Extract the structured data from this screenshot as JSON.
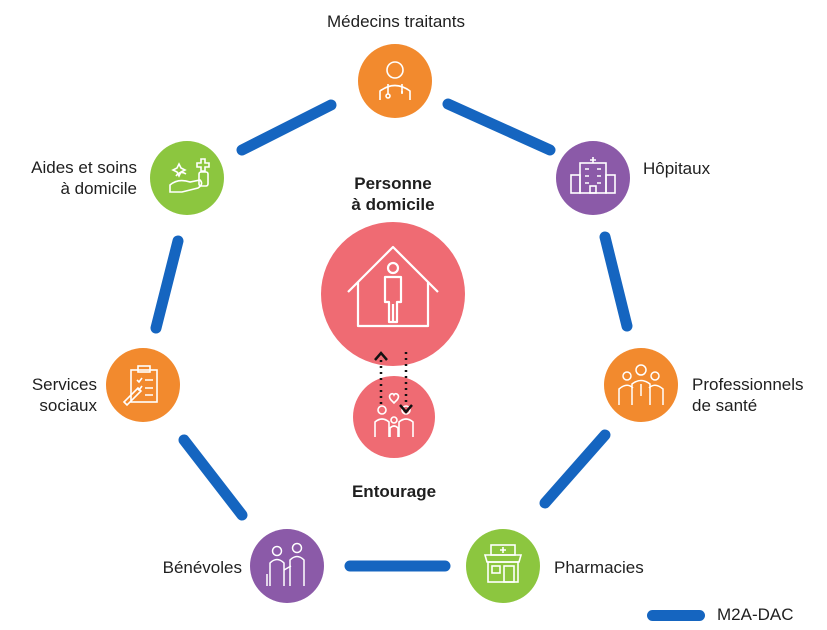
{
  "center": {
    "title_line1": "Personne",
    "title_line2": "à domicile",
    "family_label": "Entourage"
  },
  "nodes": [
    {
      "id": "medecins",
      "label_lines": [
        "Médecins traitants"
      ],
      "color": "#f28a2e",
      "icon": "doctor-icon"
    },
    {
      "id": "hopitaux",
      "label_lines": [
        "Hôpitaux"
      ],
      "color": "#8b5aa8",
      "icon": "hospital-icon"
    },
    {
      "id": "professionnels",
      "label_lines": [
        "Professionnels",
        "de santé"
      ],
      "color": "#f28a2e",
      "icon": "health-professionals-icon"
    },
    {
      "id": "pharmacies",
      "label_lines": [
        "Pharmacies"
      ],
      "color": "#8cc63f",
      "icon": "pharmacy-icon"
    },
    {
      "id": "benevoles",
      "label_lines": [
        "Bénévoles"
      ],
      "color": "#8b5aa8",
      "icon": "volunteers-icon"
    },
    {
      "id": "services",
      "label_lines": [
        "Services",
        "sociaux"
      ],
      "color": "#f28a2e",
      "icon": "clipboard-icon"
    },
    {
      "id": "aides",
      "label_lines": [
        "Aides et soins",
        "à domicile"
      ],
      "color": "#8cc63f",
      "icon": "home-care-icon"
    }
  ],
  "colors": {
    "network_link": "#1565c0",
    "center_circle": "#ef6b73",
    "icon_stroke": "#ffffff"
  },
  "legend": {
    "label": "M2A-DAC"
  }
}
